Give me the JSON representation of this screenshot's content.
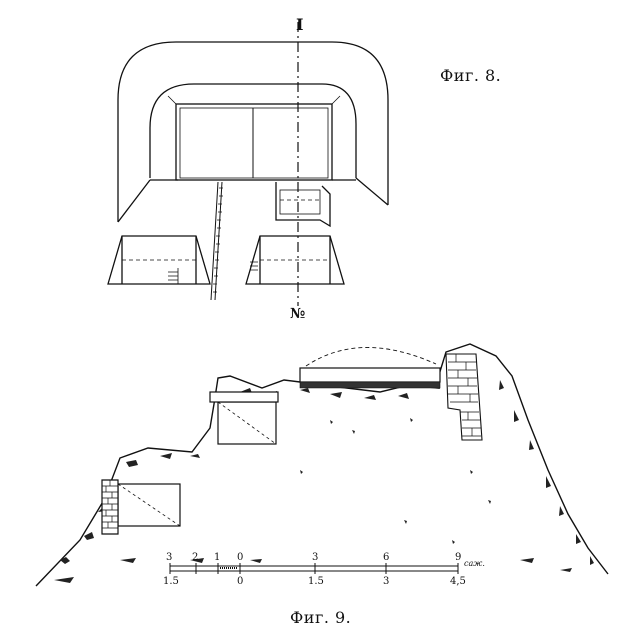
{
  "figure8": {
    "caption": "Фиг. 8.",
    "section_marker_top": "I",
    "section_marker_bottom": "№"
  },
  "figure9": {
    "caption": "Фиг. 9.",
    "scale": {
      "top_labels": [
        "3",
        "2",
        "1",
        "0",
        "3",
        "6",
        "9"
      ],
      "unit": "саж.",
      "bottom_labels": [
        "1.5",
        "0",
        "1.5",
        "3",
        "4,5"
      ]
    }
  }
}
